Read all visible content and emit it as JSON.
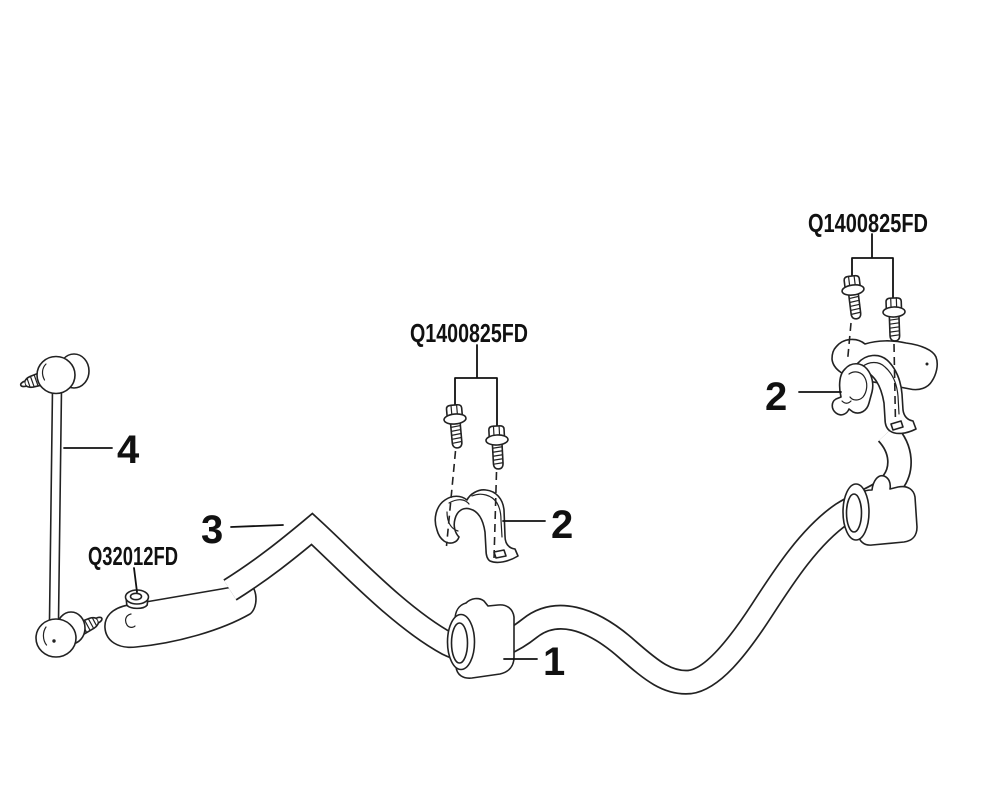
{
  "colors": {
    "background": "#ffffff",
    "line": "#222222",
    "text": "#111111"
  },
  "callouts": {
    "bushing": {
      "label": "1"
    },
    "bracket_middle": {
      "label": "2"
    },
    "bracket_right": {
      "label": "2"
    },
    "stabilizer_bar": {
      "label": "3"
    },
    "stabilizer_link": {
      "label": "4"
    }
  },
  "part_numbers": {
    "bracket_bolts_middle": {
      "label": "Q1400825FD"
    },
    "bracket_bolts_right": {
      "label": "Q1400825FD"
    },
    "link_nut": {
      "label": "Q32012FD"
    }
  }
}
